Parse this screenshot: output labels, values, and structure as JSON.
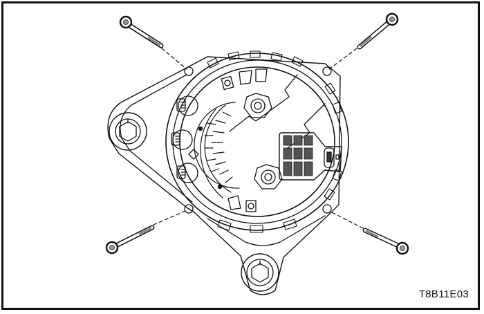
{
  "figure": {
    "id_label": "T8B11E03",
    "subject": "Generator (alternator) rear view with mounting bolts",
    "parts": {
      "bolts": [
        "upper-left-bolt",
        "upper-right-bolt",
        "lower-left-bolt",
        "lower-right-bolt"
      ],
      "mounting_holes": [
        "upper-left-hole",
        "upper-right-hole",
        "lower-left-hole",
        "lower-right-hole"
      ],
      "housing": "alternator-housing",
      "connector": "regulator-connector",
      "terminals": [
        "terminal-1",
        "terminal-2",
        "terminal-3"
      ],
      "mount_bosses": [
        "left-mount-boss",
        "bottom-mount-boss"
      ]
    },
    "colors": {
      "line": "#111111",
      "background": "#ffffff"
    }
  }
}
